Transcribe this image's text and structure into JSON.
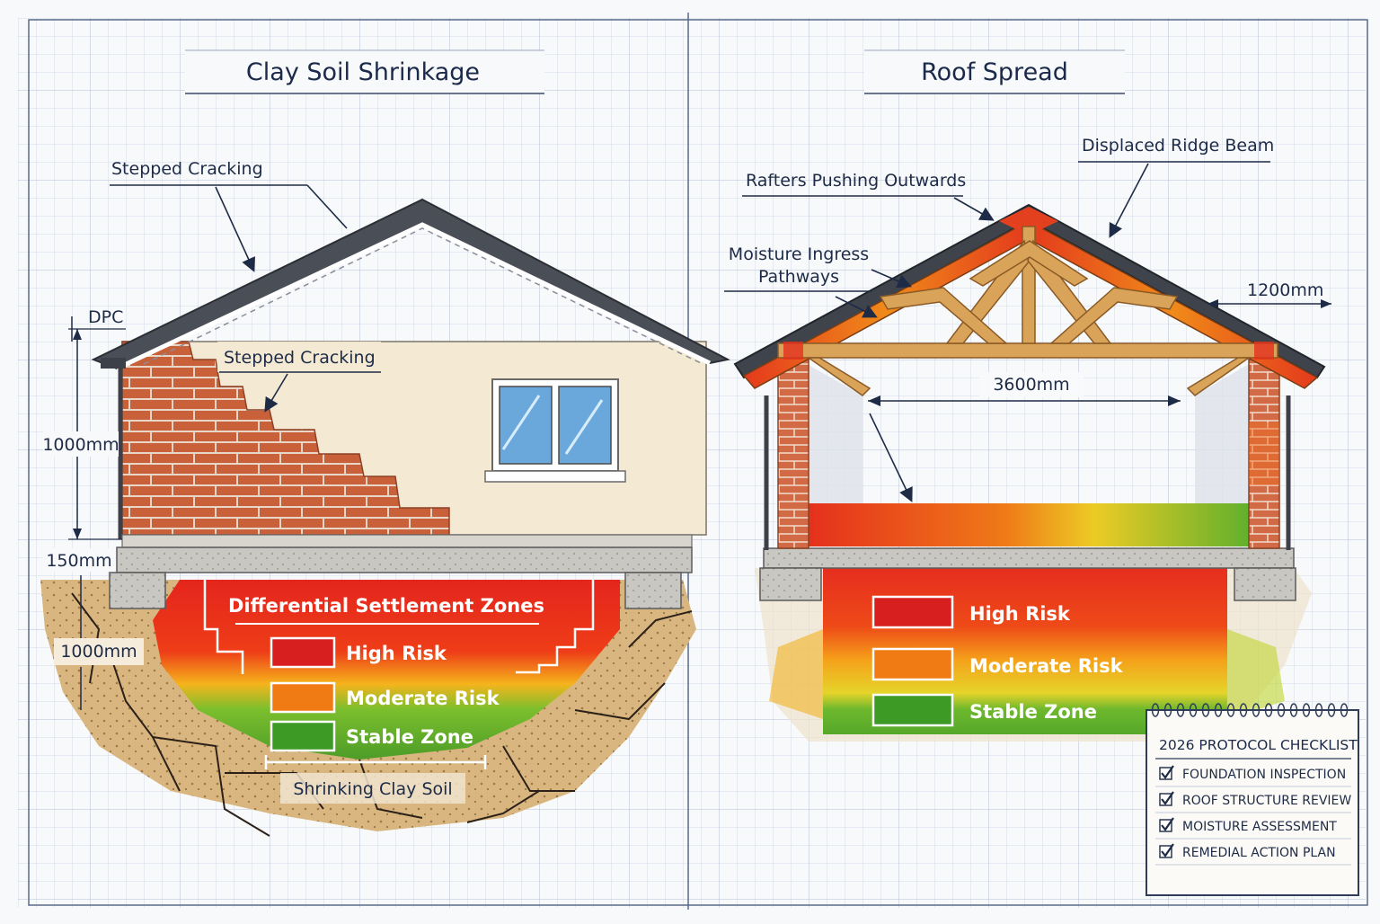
{
  "panels": {
    "left": {
      "title": "Clay Soil Shrinkage",
      "labels": {
        "stepped_cracking_top": "Stepped Cracking",
        "stepped_cracking_mid": "Stepped Cracking",
        "dpc": "DPC",
        "dim_wall": "1000mm",
        "dim_footing": "150mm",
        "dim_depth": "1000mm",
        "shrinking_soil": "Shrinking Clay Soil"
      },
      "legend": {
        "title": "Differential Settlement Zones",
        "items": [
          {
            "label": "High Risk",
            "color": "#d81f1f"
          },
          {
            "label": "Moderate Risk",
            "color": "#f07a14"
          },
          {
            "label": "Stable Zone",
            "color": "#3c9a25"
          }
        ]
      }
    },
    "right": {
      "title": "Roof Spread",
      "labels": {
        "displaced_ridge": "Displaced Ridge Beam",
        "rafters_pushing": "Rafters Pushing Outwards",
        "moisture_line1": "Moisture Ingress",
        "moisture_line2": "Pathways",
        "dim_overhang": "1200mm",
        "dim_span": "3600mm"
      },
      "legend": {
        "items": [
          {
            "label": "High Risk",
            "color": "#d81f1f"
          },
          {
            "label": "Moderate Risk",
            "color": "#f07a14"
          },
          {
            "label": "Stable Zone",
            "color": "#3c9a25"
          }
        ]
      }
    }
  },
  "checklist": {
    "title": "2026 PROTOCOL CHECKLIST",
    "items": [
      {
        "label": "FOUNDATION INSPECTION",
        "checked": true
      },
      {
        "label": "ROOF STRUCTURE REVIEW",
        "checked": true
      },
      {
        "label": "MOISTURE ASSESSMENT",
        "checked": true
      },
      {
        "label": "REMEDIAL ACTION PLAN",
        "checked": true
      }
    ]
  }
}
